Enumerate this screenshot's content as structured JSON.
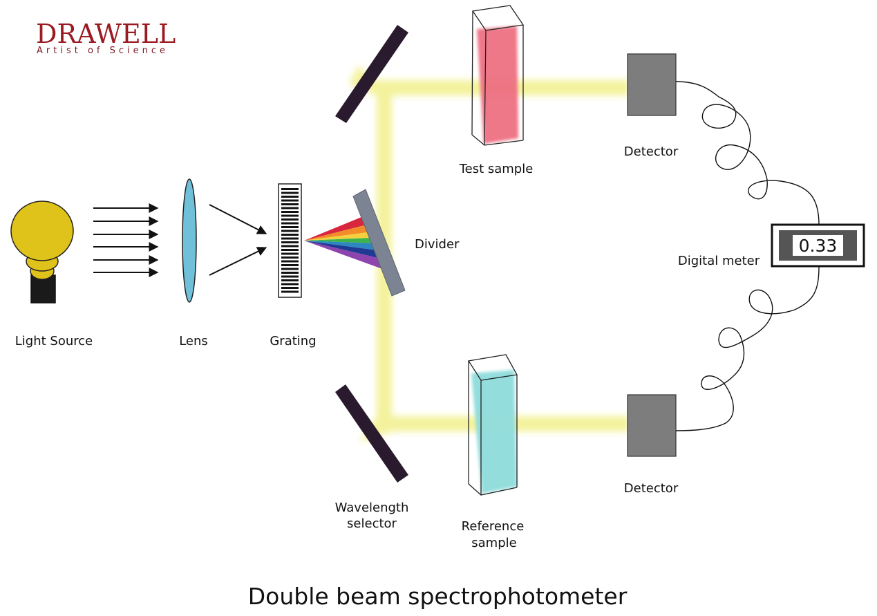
{
  "logo": {
    "name": "DRAWELL",
    "tagline": "Artist of Science"
  },
  "title": "Double beam spectrophotometer",
  "labels": {
    "light_source": "Light Source",
    "lens": "Lens",
    "grating": "Grating",
    "divider": "Divider",
    "test_sample": "Test sample",
    "detector_top": "Detector",
    "digital_meter": "Digital meter",
    "detector_bottom": "Detector",
    "wavelength_selector_line1": "Wavelength",
    "wavelength_selector_line2": "selector",
    "reference_sample_line1": "Reference",
    "reference_sample_line2": "sample"
  },
  "meter_reading": "0.33",
  "colors": {
    "logo": "#9b1b22",
    "bulb": "#dfc21a",
    "lens": "#6fc0d8",
    "beam": "#f2f08a",
    "mirror": "#2a1a2e",
    "divider": "#7c8494",
    "test_liquid": "#ee6f82",
    "reference_liquid": "#8fdcdc",
    "detector": "#7d7d7d",
    "spectrum": [
      "#d7263d",
      "#f28c28",
      "#f4d03f",
      "#3cb44b",
      "#2e86c1",
      "#1f3a93",
      "#8e44ad"
    ]
  }
}
